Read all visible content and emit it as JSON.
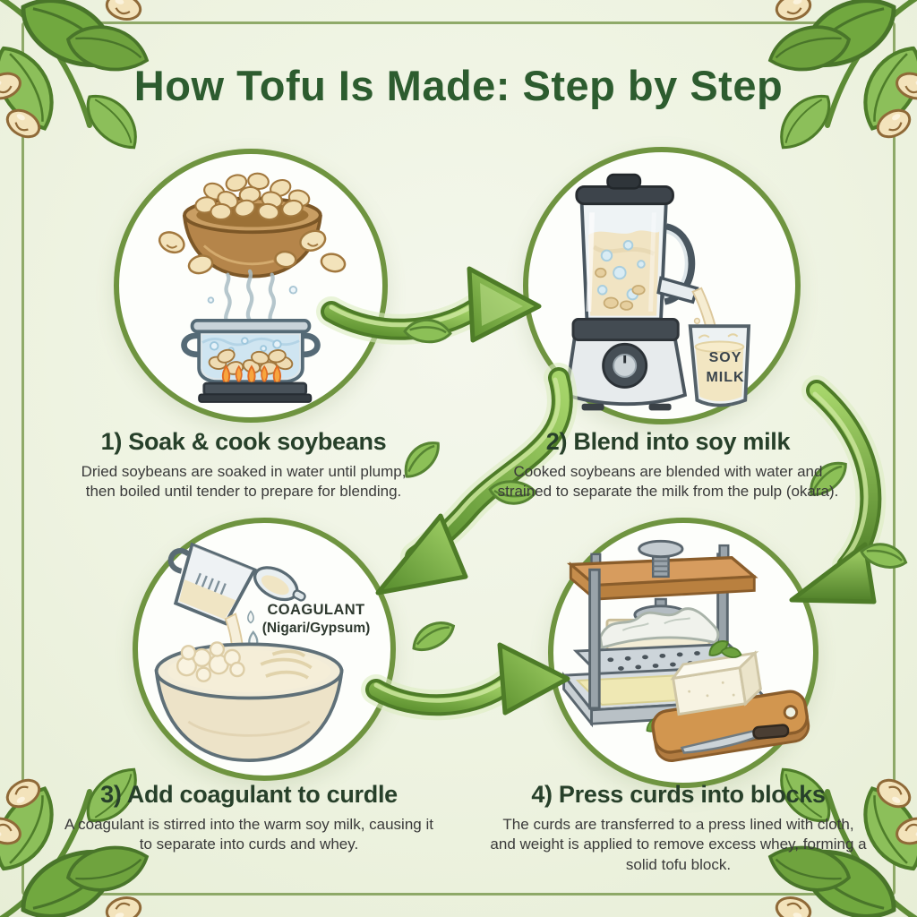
{
  "title": "How Tofu Is Made: Step by Step",
  "steps": [
    {
      "heading": "1) Soak & cook soybeans",
      "body": "Dried soybeans are soaked in water until plump, then boiled until tender to prepare for blending."
    },
    {
      "heading": "2) Blend into soy milk",
      "body": "Cooked soybeans are blended with water and strained to separate the milk from the pulp (okara)."
    },
    {
      "heading": "3) Add coagulant to curdle",
      "body": "A coagulant is stirred into the warm soy milk, causing it to separate into curds and whey."
    },
    {
      "heading": "4) Press curds into blocks",
      "body": "The curds are transferred to a press lined with cloth, and weight is applied to remove excess whey, forming a solid tofu block."
    }
  ],
  "labels": {
    "soy_milk_line1": "SOY",
    "soy_milk_line2": "MILK",
    "coagulant_line1": "COAGULANT",
    "coagulant_line2": "(Nigari/Gypsum)"
  },
  "colors": {
    "background": "#eef3e1",
    "frame_border": "#7e9c53",
    "circle_border": "#6f9440",
    "title_green": "#2d5c2f",
    "heading_dark": "#27402a",
    "body_text": "#3a3a3a",
    "arrow_green": "#76ab40",
    "arrow_dark": "#4e7c28",
    "bean_tan": "#f3e3bb",
    "milk_cream": "#f2e6c2"
  }
}
